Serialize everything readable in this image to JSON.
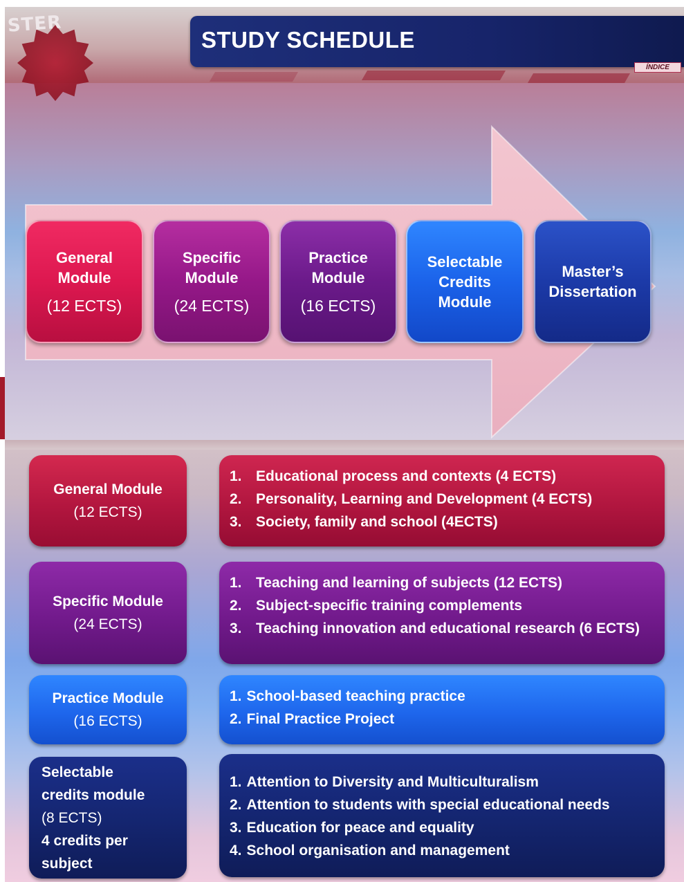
{
  "header": {
    "corner_text": "STER",
    "title": "STUDY SCHEDULE",
    "index_label": "ÍNDICE"
  },
  "flow": {
    "modules": [
      {
        "name_line1": "General",
        "name_line2": "Module",
        "ects": "(12 ECTS)"
      },
      {
        "name_line1": "Specific",
        "name_line2": "Module",
        "ects": "(24 ECTS)"
      },
      {
        "name_line1": "Practice",
        "name_line2": "Module",
        "ects": "(16 ECTS)"
      },
      {
        "name_line1": "Selectable",
        "name_line2": "Credits",
        "name_line3": "Module"
      },
      {
        "name_line1": "Master’s",
        "name_line2": "Dissertation"
      }
    ]
  },
  "details": [
    {
      "label_line1": "General Module",
      "label_line2": "(12 ECTS)",
      "items": [
        {
          "num": "1.",
          "text": "Educational process and contexts (4 ECTS)"
        },
        {
          "num": "2.",
          "text": "Personality, Learning and Development (4 ECTS)"
        },
        {
          "num": "3.",
          "text": "Society, family and school (4ECTS)"
        }
      ]
    },
    {
      "label_line1": "Specific Module",
      "label_line2": "(24 ECTS)",
      "items": [
        {
          "num": "1.",
          "text": "Teaching and learning of subjects (12 ECTS)"
        },
        {
          "num": "2.",
          "text": "Subject-specific training complements"
        },
        {
          "num": "3.",
          "text": "Teaching innovation and educational research (6 ECTS)"
        }
      ]
    },
    {
      "label_line1": "Practice Module",
      "label_line2": "(16 ECTS)",
      "items": [
        {
          "num": "1.",
          "text": "School-based teaching practice"
        },
        {
          "num": "2.",
          "text": "Final Practice Project"
        }
      ]
    },
    {
      "label_line1": "Selectable",
      "label_line2": "credits module",
      "label_line3": "(8 ECTS)",
      "label_line4": "4 credits per",
      "label_line5": "subject",
      "items": [
        {
          "num": "1.",
          "text": "Attention to Diversity and Multiculturalism"
        },
        {
          "num": "2.",
          "text": "Attention to students with special educational needs"
        },
        {
          "num": "3.",
          "text": "Education for peace and equality"
        },
        {
          "num": "4.",
          "text": "School organisation and management"
        }
      ]
    }
  ],
  "colors": {
    "title_bar": "#1e2f7a",
    "general": "#dd1850",
    "specific": "#951888",
    "practice": "#6b1a8a",
    "selectable": "#1b63ea",
    "masters": "#1c3aa8",
    "arrow": "#f4c3cc"
  }
}
